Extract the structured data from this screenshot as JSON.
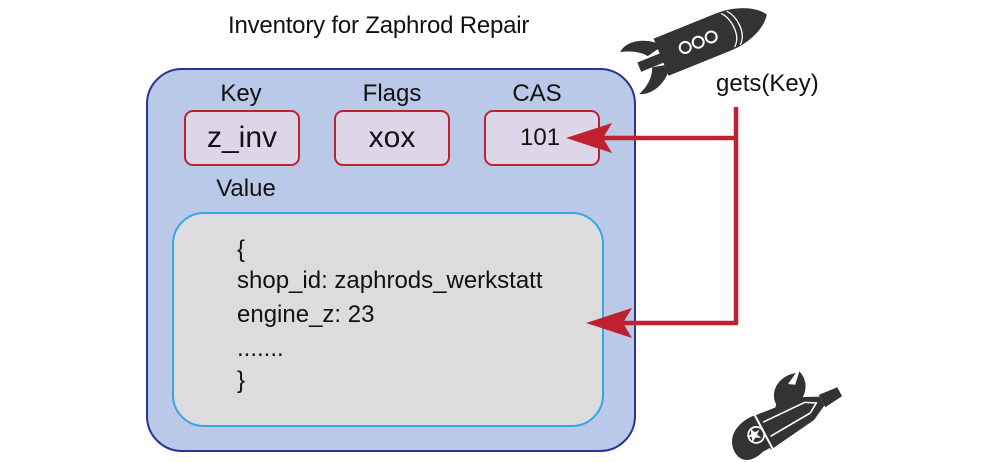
{
  "title": "Inventory for Zaphrod Repair",
  "item": {
    "key_label": "Key",
    "key_value": "z_inv",
    "flags_label": "Flags",
    "flags_value": "xox",
    "cas_label": "CAS",
    "cas_value": "101",
    "value_label": "Value",
    "value_lines": [
      "{",
      "shop_id: zaphrods_werkstatt",
      "engine_z: 23",
      ".......",
      "}"
    ]
  },
  "operation": {
    "label": "gets(Key)",
    "icon_top": "rocket-icon",
    "icon_bottom": "rocket-wrench-icon"
  },
  "colors": {
    "outer_fill": "#b9c9e7",
    "outer_border": "#263592",
    "field_fill": "#dcd6e8",
    "field_border": "#c0212e",
    "value_fill": "#dcdcde",
    "value_border": "#35a6df",
    "arrow": "#c0212e",
    "icon": "#333333"
  }
}
